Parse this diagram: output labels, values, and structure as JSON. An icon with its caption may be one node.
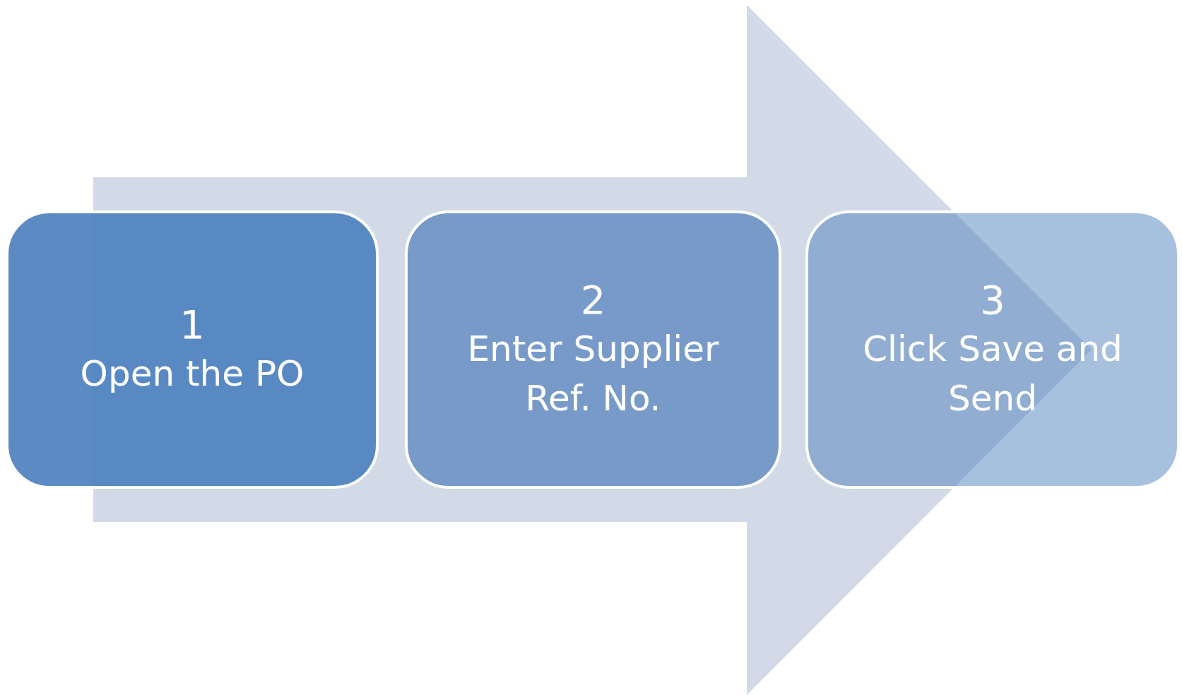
{
  "diagram": {
    "nodes": [
      {
        "text": [
          "1",
          "Open the PO"
        ]
      },
      {
        "text": [
          "2",
          "Enter Supplier Ref. No."
        ]
      },
      {
        "text": [
          "3",
          "Click Save and Send"
        ]
      }
    ],
    "edges": [
      {
        "from": 0,
        "to": 2,
        "arrow": "to"
      }
    ]
  }
}
